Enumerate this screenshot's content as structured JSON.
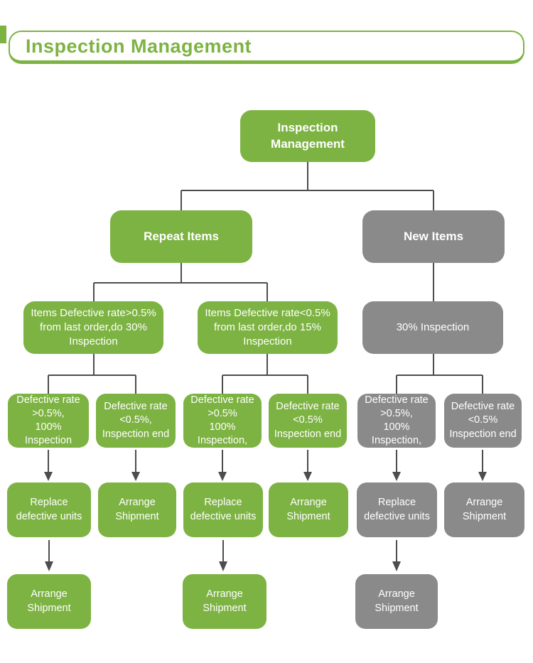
{
  "header": {
    "title": "Inspection Management"
  },
  "colors": {
    "green": "#7db342",
    "gray": "#8b8a8a",
    "line": "#4d4d4d",
    "node_text": "#ffffff"
  },
  "nodes": {
    "root": "Inspection\nManagement",
    "repeat_items": "Repeat Items",
    "new_items": "New Items",
    "repeat_rate_high": "Items Defective rate>0.5%\nfrom last order,do 30%\nInspection",
    "repeat_rate_low": "Items Defective rate<0.5%\nfrom last order,do 15%\nInspection",
    "new_inspection": "30% Inspection",
    "repeat30_defect_high": "Defective rate\n>0.5%,\n100% Inspection",
    "repeat30_defect_low": "Defective rate\n<0.5%,\nInspection end",
    "repeat15_defect_high": "Defective rate\n>0.5%\n100% Inspection,",
    "repeat15_defect_low": "Defective rate\n<0.5%\nInspection end",
    "new_defect_high": "Defective rate\n>0.5%,\n100% Inspection,",
    "new_defect_low": "Defective rate\n<0.5%\nInspection end",
    "repeat30_replace": "Replace\ndefective units",
    "repeat30_arrange": "Arrange\nShipment",
    "repeat15_replace": "Replace\ndefective units",
    "repeat15_arrange": "Arrange\nShipment",
    "new_replace": "Replace\ndefective units",
    "new_arrange": "Arrange\nShipment",
    "repeat30_final_ship": "Arrange\nShipment",
    "repeat15_final_ship": "Arrange\nShipment",
    "new_final_ship": "Arrange\nShipment"
  }
}
